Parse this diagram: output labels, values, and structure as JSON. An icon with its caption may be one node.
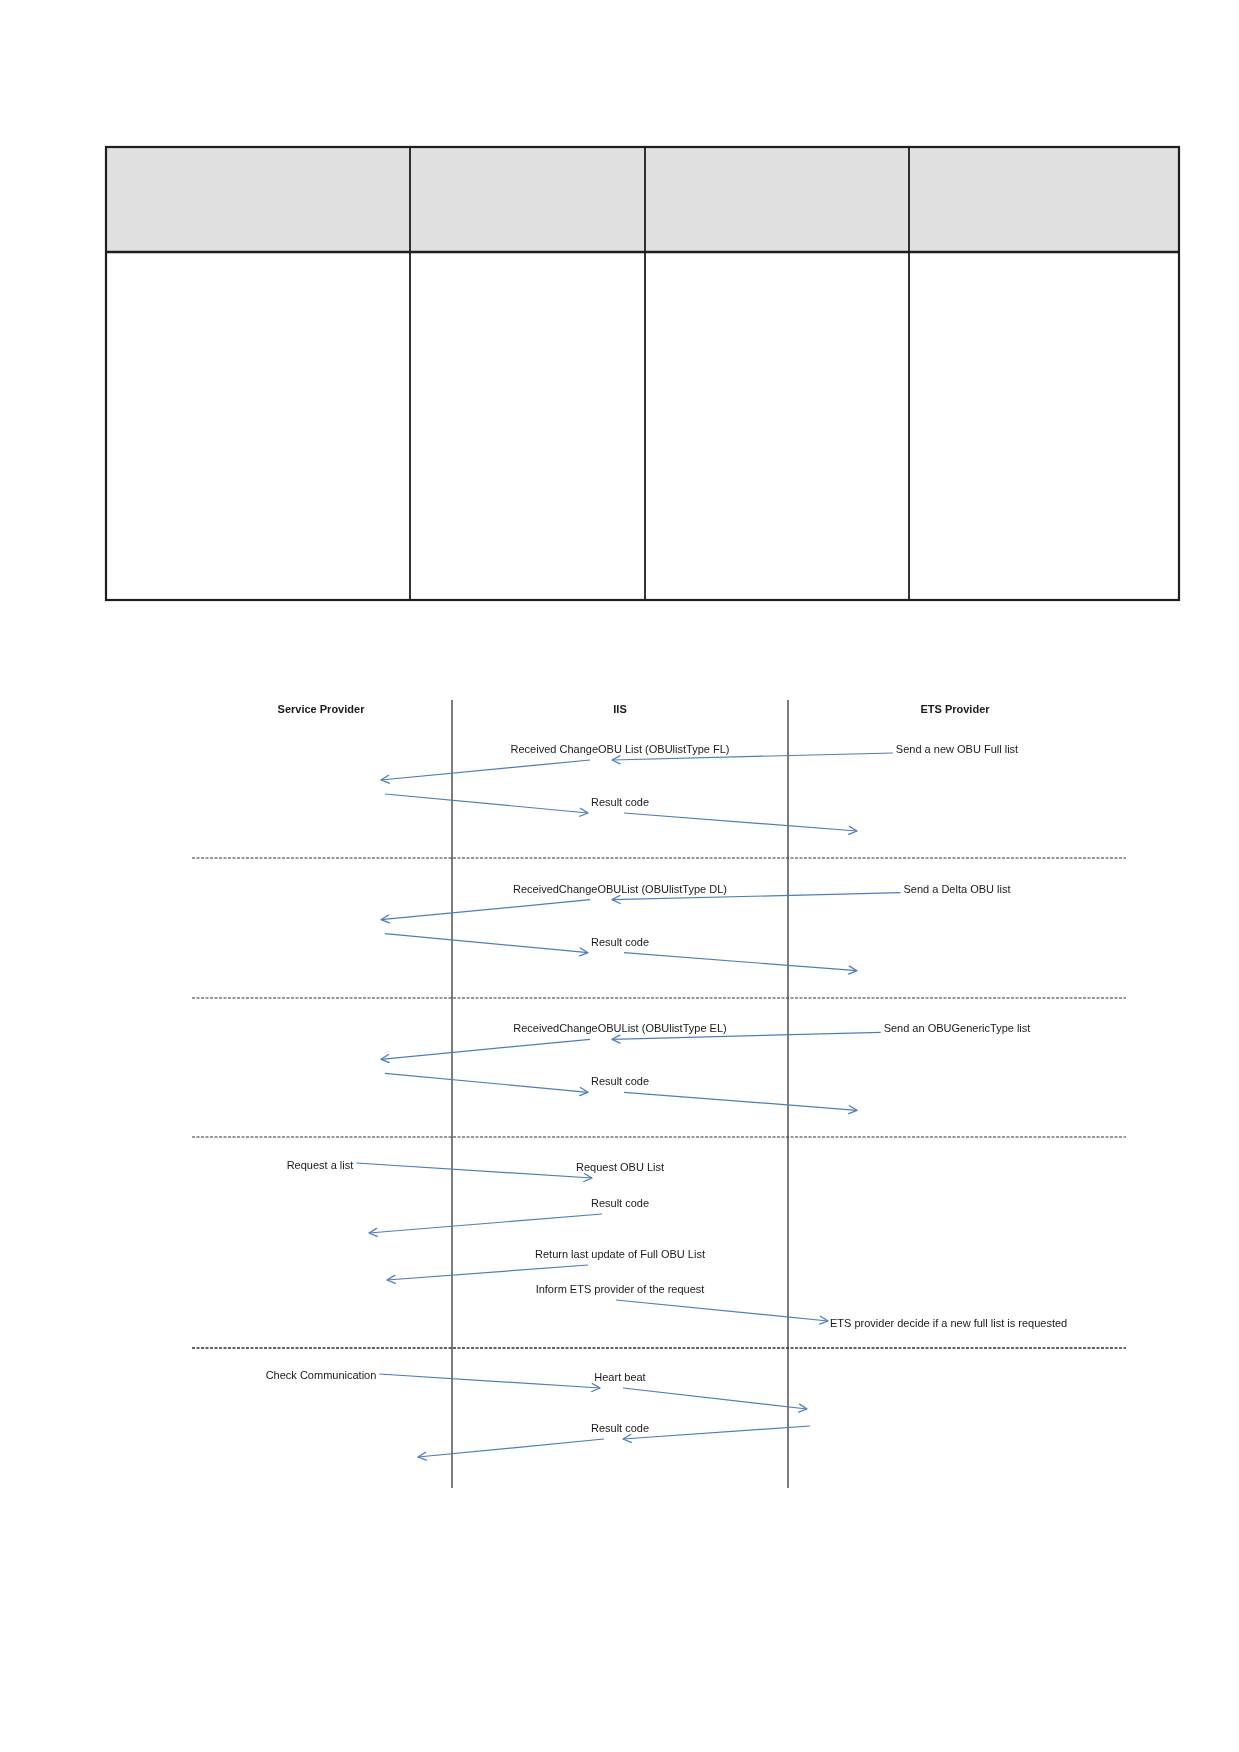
{
  "diagram": {
    "nodes": [
      {
        "text": [
          "Received ChangeOBU List (OBUlistType FL)"
        ]
      },
      {
        "text": [
          "Send a new OBU Full list"
        ]
      },
      {
        "text": [
          "Result code"
        ]
      },
      {
        "text": [
          "ReceivedChangeOBUList (OBUlistType DL)"
        ]
      },
      {
        "text": [
          "Send a Delta OBU list"
        ]
      },
      {
        "text": [
          "Result code"
        ]
      },
      {
        "text": [
          "ReceivedChangeOBUList (OBUlistType EL)"
        ]
      },
      {
        "text": [
          "Send an OBUGenericType list"
        ]
      },
      {
        "text": [
          "Result code"
        ]
      },
      {
        "text": [
          "Request a list"
        ]
      },
      {
        "text": [
          "Request OBU List"
        ]
      },
      {
        "text": [
          "Result code"
        ]
      },
      {
        "text": [
          "Return last update of Full OBU List"
        ]
      },
      {
        "text": [
          "Inform ETS provider of the request"
        ]
      },
      {
        "text": [
          "ETS provider decide if a new full list is requested"
        ]
      },
      {
        "text": [
          "Check Communication"
        ]
      },
      {
        "text": [
          "Heart beat"
        ]
      },
      {
        "text": [
          "Result code"
        ]
      }
    ],
    "edges": [
      {
        "from": 1,
        "to": 0,
        "arrow": "to"
      },
      {
        "from": 0,
        "to": null,
        "arrow": "to"
      },
      {
        "from": null,
        "to": 2,
        "arrow": "to"
      },
      {
        "from": 2,
        "to": null,
        "arrow": "to"
      },
      {
        "from": 4,
        "to": 3,
        "arrow": "to"
      },
      {
        "from": 3,
        "to": null,
        "arrow": "to"
      },
      {
        "from": null,
        "to": 5,
        "arrow": "to"
      },
      {
        "from": 5,
        "to": null,
        "arrow": "to"
      },
      {
        "from": 7,
        "to": 6,
        "arrow": "to"
      },
      {
        "from": 6,
        "to": null,
        "arrow": "to"
      },
      {
        "from": null,
        "to": 8,
        "arrow": "to"
      },
      {
        "from": 8,
        "to": null,
        "arrow": "to"
      },
      {
        "from": 9,
        "to": 10,
        "arrow": "to"
      },
      {
        "from": 11,
        "to": null,
        "arrow": "to"
      },
      {
        "from": 12,
        "to": null,
        "arrow": "to"
      },
      {
        "from": 13,
        "to": 14,
        "arrow": "to"
      },
      {
        "from": 15,
        "to": 16,
        "arrow": "to"
      },
      {
        "from": 16,
        "to": null,
        "arrow": "to"
      },
      {
        "from": null,
        "to": 17,
        "arrow": "to"
      },
      {
        "from": 17,
        "to": null,
        "arrow": "to"
      }
    ],
    "labels": [
      "Service Provider",
      "IIS",
      "ETS Provider"
    ]
  }
}
